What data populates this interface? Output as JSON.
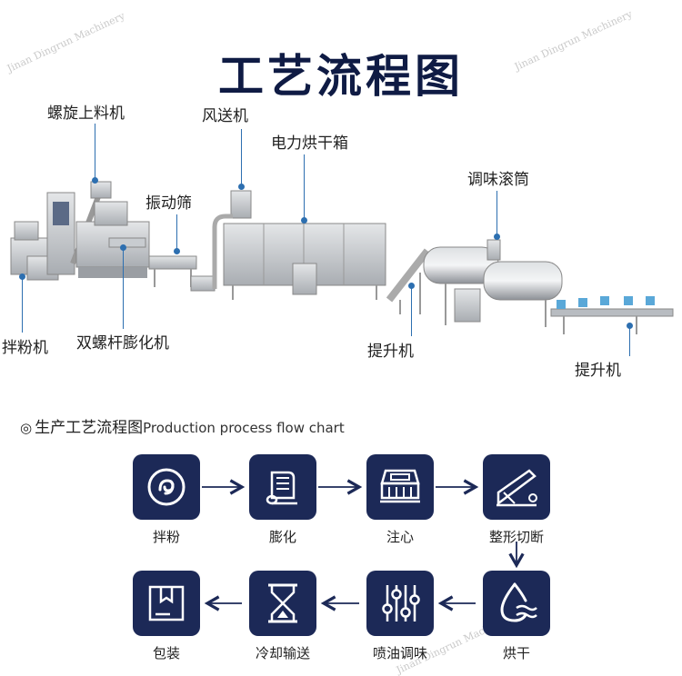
{
  "watermarks": [
    "Jinan Dingrun Machinery",
    "Jinan Dingrun Machinery",
    "Jinan Dingrun Machinery"
  ],
  "title": "工艺流程图",
  "machine_labels": {
    "spiral_feeder": "螺旋上料机",
    "air_conveyor": "风送机",
    "electric_oven": "电力烘干箱",
    "vibrating_screen": "振动筛",
    "seasoning_drum": "调味滚筒",
    "mixer": "拌粉机",
    "twin_screw_extruder": "双螺杆膨化机",
    "elevator_1": "提升机",
    "elevator_2": "提升机"
  },
  "flow_section": {
    "symbol": "◎",
    "title_cn": "生产工艺流程图",
    "title_en": "Production process flow chart"
  },
  "steps": [
    {
      "label": "拌粉",
      "icon": "mixing-swirl-icon"
    },
    {
      "label": "膨化",
      "icon": "extrusion-roll-icon"
    },
    {
      "label": "注心",
      "icon": "filling-machine-icon"
    },
    {
      "label": "整形切断",
      "icon": "cutting-knife-icon"
    },
    {
      "label": "烘干",
      "icon": "drying-water-drop-icon"
    },
    {
      "label": "喷油调味",
      "icon": "seasoning-sliders-icon"
    },
    {
      "label": "冷却输送",
      "icon": "cooling-hourglass-icon"
    },
    {
      "label": "包装",
      "icon": "packaging-box-icon"
    }
  ],
  "colors": {
    "icon_bg": "#1c2957",
    "arrow": "#1c2957",
    "title": "#0f1b44",
    "leader": "#2d6fb0"
  }
}
